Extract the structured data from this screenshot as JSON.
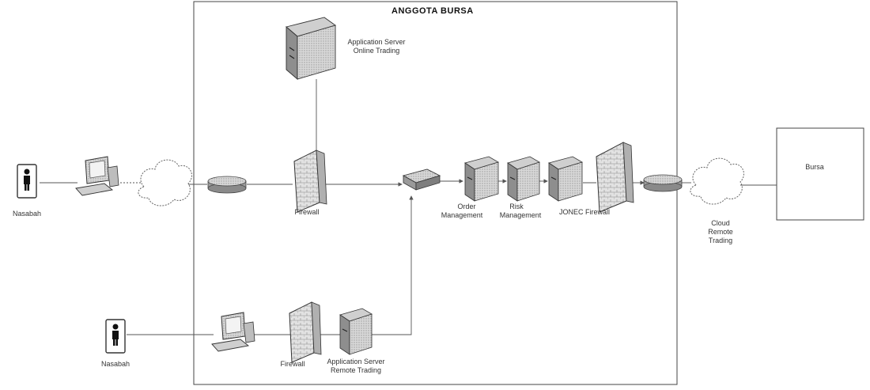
{
  "diagram": {
    "zone_title": "ANGGOTA BURSA",
    "labels": {
      "nasabah_top": "Nasabah",
      "nasabah_bottom": "Nasabah",
      "app_server_online_1": "Application Server",
      "app_server_online_2": "Online Trading",
      "firewall_top": "Firewall",
      "firewall_bottom": "Firewall",
      "app_server_remote_1": "Application Server",
      "app_server_remote_2": "Remote Trading",
      "order_mgmt_1": "Order",
      "order_mgmt_2": "Management",
      "risk_mgmt_1": "Risk",
      "risk_mgmt_2": "Management",
      "jonec_firewall": "JONEC Firewall",
      "cloud_remote_1": "Cloud",
      "cloud_remote_2": "Remote",
      "cloud_remote_3": "Trading",
      "bursa": "Bursa"
    },
    "icons": [
      "person-icon",
      "workstation-icon",
      "cloud-icon",
      "router-icon",
      "firewall-icon",
      "server-icon",
      "switch-icon"
    ]
  }
}
